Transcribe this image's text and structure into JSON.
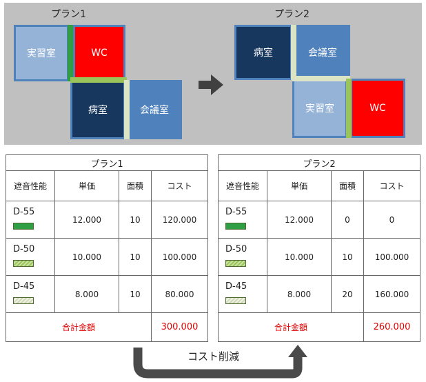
{
  "diagram": {
    "plan1_title": "プラン1",
    "plan2_title": "プラン2",
    "plan1_rooms": {
      "top_left": "実習室",
      "top_right": "WC",
      "bottom_left": "病室",
      "bottom_right": "会議室"
    },
    "plan2_rooms": {
      "top_left": "病室",
      "top_right": "会議室",
      "bottom_left": "実習室",
      "bottom_right": "WC"
    },
    "arrow_icon": "right-arrow-icon",
    "colors": {
      "light_blue": "#95b3d7",
      "mid_blue": "#4f81bd",
      "navy": "#17375e",
      "red": "#ff0000",
      "green_d55": "#2f9e44",
      "green_d50": "#9bc45a",
      "green_d45": "#cfd9b8"
    }
  },
  "tables": [
    {
      "title": "プラン1",
      "headers": [
        "遮音性能",
        "単価",
        "面積",
        "コスト"
      ],
      "rows": [
        {
          "perf": "D-55",
          "unit_price": "12.000",
          "area": "10",
          "cost": "120.000"
        },
        {
          "perf": "D-50",
          "unit_price": "10.000",
          "area": "10",
          "cost": "100.000"
        },
        {
          "perf": "D-45",
          "unit_price": "8.000",
          "area": "10",
          "cost": "80.000"
        }
      ],
      "total_label": "合計金額",
      "total_value": "300.000"
    },
    {
      "title": "プラン2",
      "headers": [
        "遮音性能",
        "単価",
        "面積",
        "コスト"
      ],
      "rows": [
        {
          "perf": "D-55",
          "unit_price": "12.000",
          "area": "0",
          "cost": "0"
        },
        {
          "perf": "D-50",
          "unit_price": "10.000",
          "area": "10",
          "cost": "100.000"
        },
        {
          "perf": "D-45",
          "unit_price": "8.000",
          "area": "20",
          "cost": "160.000"
        }
      ],
      "total_label": "合計金額",
      "total_value": "260.000"
    }
  ],
  "flow": {
    "label": "コスト削減"
  }
}
